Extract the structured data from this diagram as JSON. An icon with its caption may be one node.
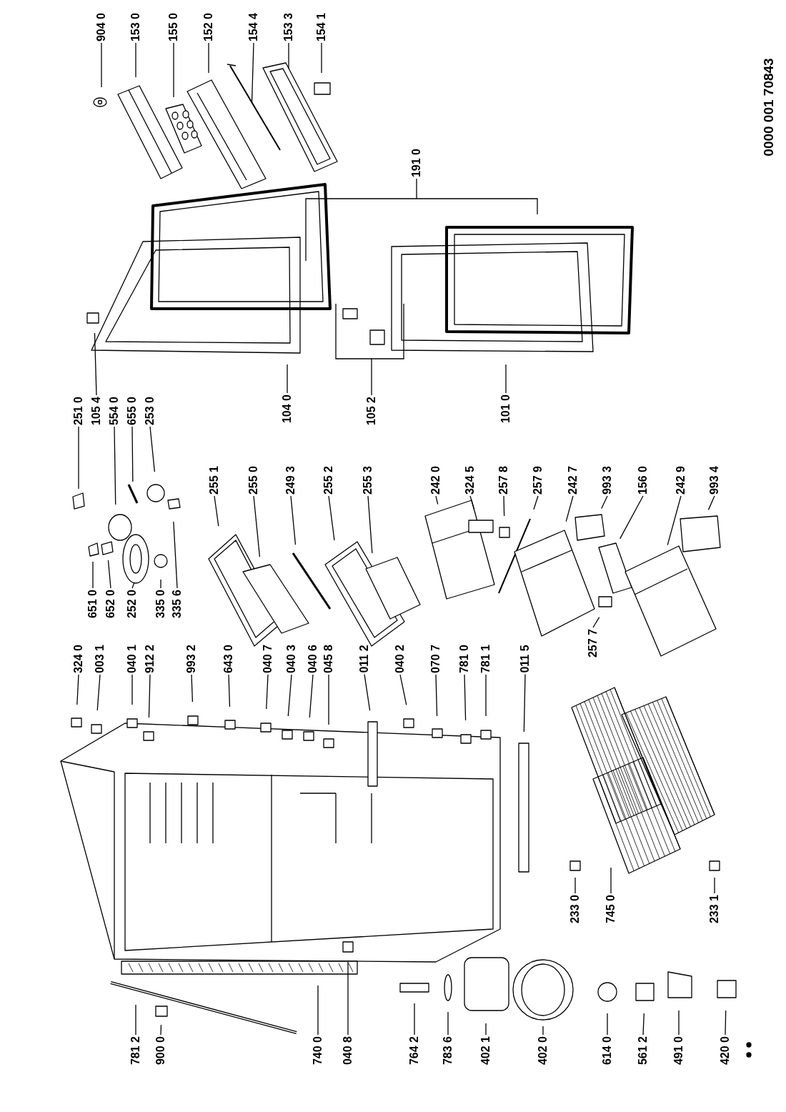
{
  "diagram": {
    "nodes": [
      {
        "text": [
          "904 0"
        ]
      },
      {
        "text": [
          "153 0"
        ]
      },
      {
        "text": [
          "155 0"
        ]
      },
      {
        "text": [
          "152 0"
        ]
      },
      {
        "text": [
          "154 4"
        ]
      },
      {
        "text": [
          "153 3"
        ]
      },
      {
        "text": [
          "154 1"
        ]
      },
      {
        "text": [
          "191 0"
        ]
      },
      {
        "text": [
          "251 0"
        ]
      },
      {
        "text": [
          "105 4"
        ]
      },
      {
        "text": [
          "554 0"
        ]
      },
      {
        "text": [
          "655 0"
        ]
      },
      {
        "text": [
          "253 0"
        ]
      },
      {
        "text": [
          "104 0"
        ]
      },
      {
        "text": [
          "105 2"
        ]
      },
      {
        "text": [
          "101 0"
        ]
      },
      {
        "text": [
          "651 0"
        ]
      },
      {
        "text": [
          "652 0"
        ]
      },
      {
        "text": [
          "252 0"
        ]
      },
      {
        "text": [
          "335 0"
        ]
      },
      {
        "text": [
          "335 6"
        ]
      },
      {
        "text": [
          "255 1"
        ]
      },
      {
        "text": [
          "255 0"
        ]
      },
      {
        "text": [
          "249 3"
        ]
      },
      {
        "text": [
          "255 2"
        ]
      },
      {
        "text": [
          "255 3"
        ]
      },
      {
        "text": [
          "242 0"
        ]
      },
      {
        "text": [
          "324 5"
        ]
      },
      {
        "text": [
          "257 8"
        ]
      },
      {
        "text": [
          "257 9"
        ]
      },
      {
        "text": [
          "242 7"
        ]
      },
      {
        "text": [
          "993 3"
        ]
      },
      {
        "text": [
          "156 0"
        ]
      },
      {
        "text": [
          "242 9"
        ]
      },
      {
        "text": [
          "993 4"
        ]
      },
      {
        "text": [
          "257 7"
        ]
      },
      {
        "text": [
          "324 0"
        ]
      },
      {
        "text": [
          "003 1"
        ]
      },
      {
        "text": [
          "040 1"
        ]
      },
      {
        "text": [
          "912 2"
        ]
      },
      {
        "text": [
          "993 2"
        ]
      },
      {
        "text": [
          "643 0"
        ]
      },
      {
        "text": [
          "040 7"
        ]
      },
      {
        "text": [
          "040 3"
        ]
      },
      {
        "text": [
          "040 6"
        ]
      },
      {
        "text": [
          "045 8"
        ]
      },
      {
        "text": [
          "011 2"
        ]
      },
      {
        "text": [
          "040 2"
        ]
      },
      {
        "text": [
          "070 7"
        ]
      },
      {
        "text": [
          "781 0"
        ]
      },
      {
        "text": [
          "781 1"
        ]
      },
      {
        "text": [
          "011 5"
        ]
      },
      {
        "text": [
          "233 0"
        ]
      },
      {
        "text": [
          "745 0"
        ]
      },
      {
        "text": [
          "233 1"
        ]
      },
      {
        "text": [
          "781 2"
        ]
      },
      {
        "text": [
          "900 0"
        ]
      },
      {
        "text": [
          "740 0"
        ]
      },
      {
        "text": [
          "040 8"
        ]
      },
      {
        "text": [
          "764 2"
        ]
      },
      {
        "text": [
          "783 6"
        ]
      },
      {
        "text": [
          "402 1"
        ]
      },
      {
        "text": [
          "402 0"
        ]
      },
      {
        "text": [
          "614 0"
        ]
      },
      {
        "text": [
          "561 2"
        ]
      },
      {
        "text": [
          "491 0"
        ]
      },
      {
        "text": [
          "420 0"
        ]
      },
      {
        "text": [],
        "shape": "bracket"
      },
      {
        "text": [],
        "shape": "bracket"
      }
    ],
    "edges": [
      {
        "from": 0,
        "to": null,
        "arrow": "none"
      },
      {
        "from": 1,
        "to": null,
        "arrow": "none"
      },
      {
        "from": 2,
        "to": null,
        "arrow": "none"
      },
      {
        "from": 3,
        "to": null,
        "arrow": "none"
      },
      {
        "from": 4,
        "to": null,
        "arrow": "none"
      },
      {
        "from": 5,
        "to": null,
        "arrow": "none"
      },
      {
        "from": 6,
        "to": null,
        "arrow": "none"
      },
      {
        "from": 7,
        "to": 67,
        "arrow": "none"
      },
      {
        "from": 8,
        "to": null,
        "arrow": "none"
      },
      {
        "from": 9,
        "to": null,
        "arrow": "none"
      },
      {
        "from": 10,
        "to": null,
        "arrow": "none"
      },
      {
        "from": 11,
        "to": null,
        "arrow": "none"
      },
      {
        "from": 12,
        "to": null,
        "arrow": "none"
      },
      {
        "from": 13,
        "to": null,
        "arrow": "none"
      },
      {
        "from": 14,
        "to": 68,
        "arrow": "none"
      },
      {
        "from": 15,
        "to": null,
        "arrow": "none"
      },
      {
        "from": 16,
        "to": null,
        "arrow": "none"
      },
      {
        "from": 17,
        "to": null,
        "arrow": "none"
      },
      {
        "from": 18,
        "to": null,
        "arrow": "none"
      },
      {
        "from": 19,
        "to": null,
        "arrow": "none"
      },
      {
        "from": 20,
        "to": null,
        "arrow": "none"
      },
      {
        "from": 21,
        "to": null,
        "arrow": "none"
      },
      {
        "from": 22,
        "to": null,
        "arrow": "none"
      },
      {
        "from": 23,
        "to": null,
        "arrow": "none"
      },
      {
        "from": 24,
        "to": null,
        "arrow": "none"
      },
      {
        "from": 25,
        "to": null,
        "arrow": "none"
      },
      {
        "from": 26,
        "to": null,
        "arrow": "none"
      },
      {
        "from": 27,
        "to": null,
        "arrow": "none"
      },
      {
        "from": 28,
        "to": null,
        "arrow": "none"
      },
      {
        "from": 29,
        "to": null,
        "arrow": "none"
      },
      {
        "from": 30,
        "to": null,
        "arrow": "none"
      },
      {
        "from": 31,
        "to": null,
        "arrow": "none"
      },
      {
        "from": 32,
        "to": null,
        "arrow": "none"
      },
      {
        "from": 33,
        "to": null,
        "arrow": "none"
      },
      {
        "from": 34,
        "to": null,
        "arrow": "none"
      },
      {
        "from": 35,
        "to": null,
        "arrow": "none"
      },
      {
        "from": 36,
        "to": null,
        "arrow": "none"
      },
      {
        "from": 37,
        "to": null,
        "arrow": "none"
      },
      {
        "from": 38,
        "to": null,
        "arrow": "none"
      },
      {
        "from": 39,
        "to": null,
        "arrow": "none"
      },
      {
        "from": 40,
        "to": null,
        "arrow": "none"
      },
      {
        "from": 41,
        "to": null,
        "arrow": "none"
      },
      {
        "from": 42,
        "to": null,
        "arrow": "none"
      },
      {
        "from": 43,
        "to": null,
        "arrow": "none"
      },
      {
        "from": 44,
        "to": null,
        "arrow": "none"
      },
      {
        "from": 45,
        "to": null,
        "arrow": "none"
      },
      {
        "from": 46,
        "to": null,
        "arrow": "none"
      },
      {
        "from": 47,
        "to": null,
        "arrow": "none"
      },
      {
        "from": 48,
        "to": null,
        "arrow": "none"
      },
      {
        "from": 49,
        "to": null,
        "arrow": "none"
      },
      {
        "from": 50,
        "to": null,
        "arrow": "none"
      },
      {
        "from": 51,
        "to": null,
        "arrow": "none"
      },
      {
        "from": 52,
        "to": null,
        "arrow": "none"
      },
      {
        "from": 53,
        "to": null,
        "arrow": "none"
      },
      {
        "from": 54,
        "to": null,
        "arrow": "none"
      },
      {
        "from": 55,
        "to": null,
        "arrow": "none"
      },
      {
        "from": 56,
        "to": null,
        "arrow": "none"
      },
      {
        "from": 57,
        "to": null,
        "arrow": "none"
      },
      {
        "from": 58,
        "to": null,
        "arrow": "none"
      },
      {
        "from": 59,
        "to": null,
        "arrow": "none"
      },
      {
        "from": 60,
        "to": null,
        "arrow": "none"
      },
      {
        "from": 61,
        "to": null,
        "arrow": "none"
      },
      {
        "from": 62,
        "to": null,
        "arrow": "none"
      },
      {
        "from": 63,
        "to": null,
        "arrow": "none"
      },
      {
        "from": 64,
        "to": null,
        "arrow": "none"
      },
      {
        "from": 65,
        "to": null,
        "arrow": "none"
      },
      {
        "from": 66,
        "to": null,
        "arrow": "none"
      }
    ],
    "labels": [
      "0000 001 70843"
    ]
  }
}
